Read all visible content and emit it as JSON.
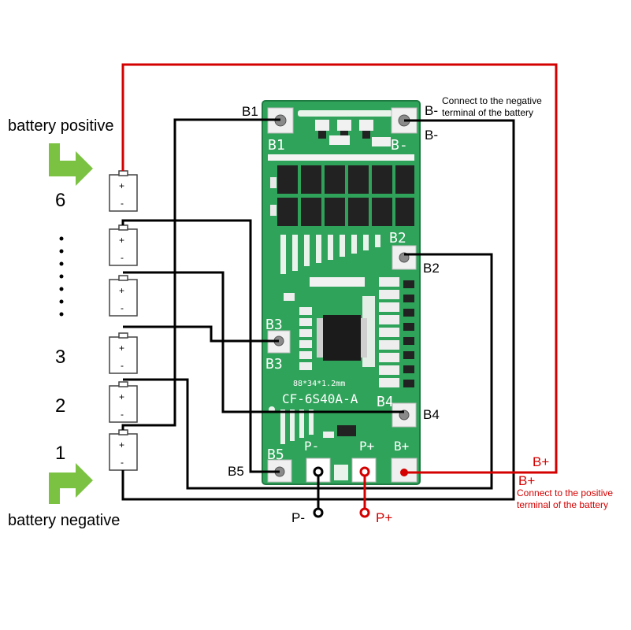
{
  "labels": {
    "battery_positive": "battery positive",
    "battery_negative": "battery negative",
    "cell_6": "6",
    "cell_3": "3",
    "cell_2": "2",
    "cell_1": "1",
    "b1": "B1",
    "b_minus_top": "B-",
    "b_minus_side": "B-",
    "b2": "B2",
    "b3": "B3",
    "b4": "B4",
    "b5": "B5",
    "b_plus_top": "B+",
    "b_plus_bottom": "B+",
    "p_minus": "P-",
    "p_plus": "P+",
    "neg_note_1": "Connect to the negative",
    "neg_note_2": "terminal of the battery",
    "pos_note_1": "Connect to the positive",
    "pos_note_2": "terminal of the battery",
    "cell_plus": "+",
    "cell_minus": "-"
  },
  "board": {
    "model": "CF-6S40A-A",
    "dims": "88*34*1.2mm",
    "pads": {
      "b1": "B1",
      "b_minus": "B-",
      "b2": "B2",
      "b3": "B3",
      "b4": "B4",
      "b5": "B5",
      "p_minus": "P-",
      "p_plus": "P+",
      "b_plus": "B+"
    }
  },
  "colors": {
    "pcb": "#2fa35a",
    "pcb_dark": "#1f7a42",
    "wire": "#000000",
    "wire_red": "#d40000",
    "arrow": "#7cc242"
  }
}
